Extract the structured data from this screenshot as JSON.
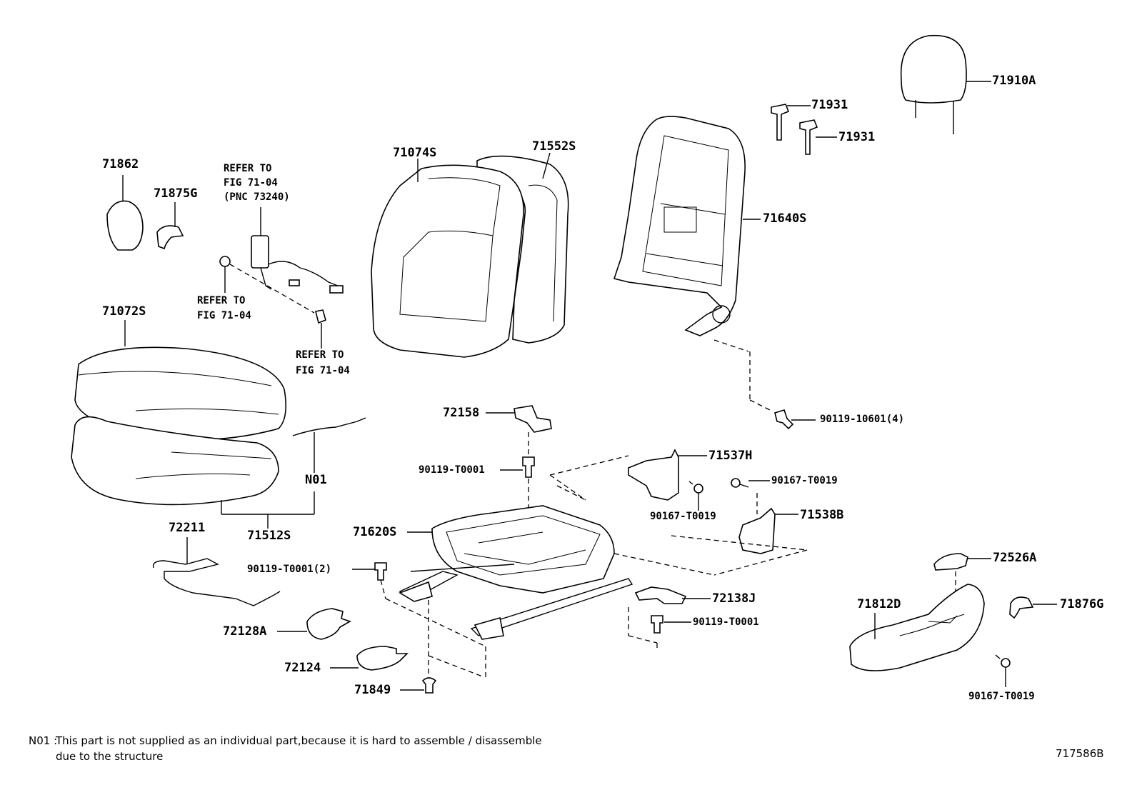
{
  "labels": {
    "p71910A": "71910A",
    "p71931a": "71931",
    "p71931b": "71931",
    "p71862": "71862",
    "p71875G": "71875G",
    "ref1_l1": "REFER TO",
    "ref1_l2": "FIG 71-04",
    "ref1_l3": "(PNC 73240)",
    "p71074S": "71074S",
    "p71552S": "71552S",
    "p71640S": "71640S",
    "ref2_l1": "REFER TO",
    "ref2_l2": "FIG 71-04",
    "p71072S": "71072S",
    "ref3_l1": "REFER TO",
    "ref3_l2": "FIG 71-04",
    "p72158": "72158",
    "p90119_10601": "90119-10601(4)",
    "p90119_T0001a": "90119-T0001",
    "p71537H": "71537H",
    "p90167_T0019a": "90167-T0019",
    "N01": "N01",
    "p90167_T0019b": "90167-T0019",
    "p71538B": "71538B",
    "p72211": "72211",
    "p71512S": "71512S",
    "p71620S": "71620S",
    "p72526A": "72526A",
    "p90119_T0001_2": "90119-T0001(2)",
    "p72138J": "72138J",
    "p71812D": "71812D",
    "p71876G": "71876G",
    "p90119_T0001b": "90119-T0001",
    "p72128A": "72128A",
    "p72124": "72124",
    "p71849": "71849",
    "p90167_T0019c": "90167-T0019"
  },
  "footnote": {
    "code": "N01 :",
    "line1": "This part is not supplied as an individual part,because it is hard to assemble / disassemble",
    "line2": "due to the structure"
  },
  "figure_id": "717586B"
}
